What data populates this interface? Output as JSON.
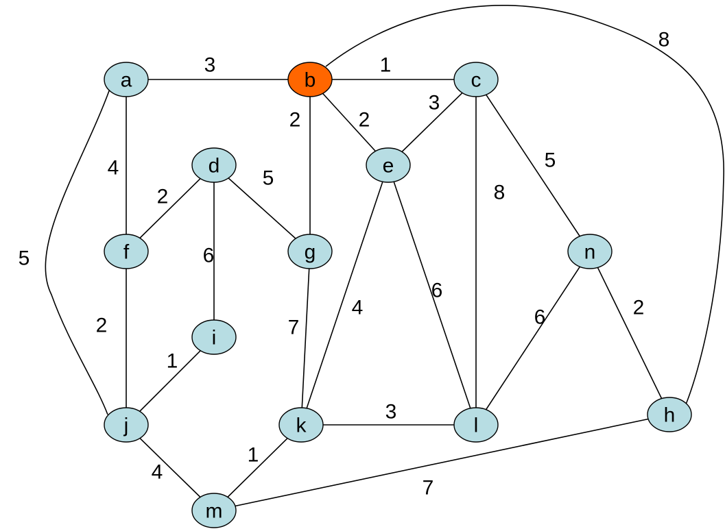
{
  "graph": {
    "colors": {
      "default_node": "#b7dde3",
      "highlight_node": "#ff6600",
      "edge": "#000000"
    },
    "nodes": [
      {
        "id": "a",
        "label": "a",
        "highlighted": false
      },
      {
        "id": "b",
        "label": "b",
        "highlighted": true
      },
      {
        "id": "c",
        "label": "c",
        "highlighted": false
      },
      {
        "id": "d",
        "label": "d",
        "highlighted": false
      },
      {
        "id": "e",
        "label": "e",
        "highlighted": false
      },
      {
        "id": "f",
        "label": "f",
        "highlighted": false
      },
      {
        "id": "g",
        "label": "g",
        "highlighted": false
      },
      {
        "id": "n",
        "label": "n",
        "highlighted": false
      },
      {
        "id": "i",
        "label": "i",
        "highlighted": false
      },
      {
        "id": "j",
        "label": "j",
        "highlighted": false
      },
      {
        "id": "k",
        "label": "k",
        "highlighted": false
      },
      {
        "id": "l",
        "label": "l",
        "highlighted": false
      },
      {
        "id": "h",
        "label": "h",
        "highlighted": false
      },
      {
        "id": "m",
        "label": "m",
        "highlighted": false
      }
    ],
    "edges": [
      {
        "from": "a",
        "to": "b",
        "weight": "3"
      },
      {
        "from": "b",
        "to": "c",
        "weight": "1"
      },
      {
        "from": "b",
        "to": "h",
        "weight": "8"
      },
      {
        "from": "a",
        "to": "f",
        "weight": "4"
      },
      {
        "from": "a",
        "to": "j",
        "weight": "5"
      },
      {
        "from": "b",
        "to": "g",
        "weight": "2"
      },
      {
        "from": "b",
        "to": "e",
        "weight": "2"
      },
      {
        "from": "c",
        "to": "e",
        "weight": "3"
      },
      {
        "from": "c",
        "to": "n",
        "weight": "5"
      },
      {
        "from": "c",
        "to": "l",
        "weight": "8"
      },
      {
        "from": "d",
        "to": "f",
        "weight": "2"
      },
      {
        "from": "d",
        "to": "g",
        "weight": "5"
      },
      {
        "from": "d",
        "to": "i",
        "weight": "6"
      },
      {
        "from": "e",
        "to": "k",
        "weight": "4"
      },
      {
        "from": "e",
        "to": "l",
        "weight": "6"
      },
      {
        "from": "f",
        "to": "j",
        "weight": "2"
      },
      {
        "from": "g",
        "to": "k",
        "weight": "7"
      },
      {
        "from": "i",
        "to": "j",
        "weight": "1"
      },
      {
        "from": "n",
        "to": "l",
        "weight": "6"
      },
      {
        "from": "n",
        "to": "h",
        "weight": "2"
      },
      {
        "from": "j",
        "to": "m",
        "weight": "4"
      },
      {
        "from": "k",
        "to": "m",
        "weight": "1"
      },
      {
        "from": "k",
        "to": "l",
        "weight": "3"
      },
      {
        "from": "h",
        "to": "m",
        "weight": "7"
      }
    ]
  }
}
